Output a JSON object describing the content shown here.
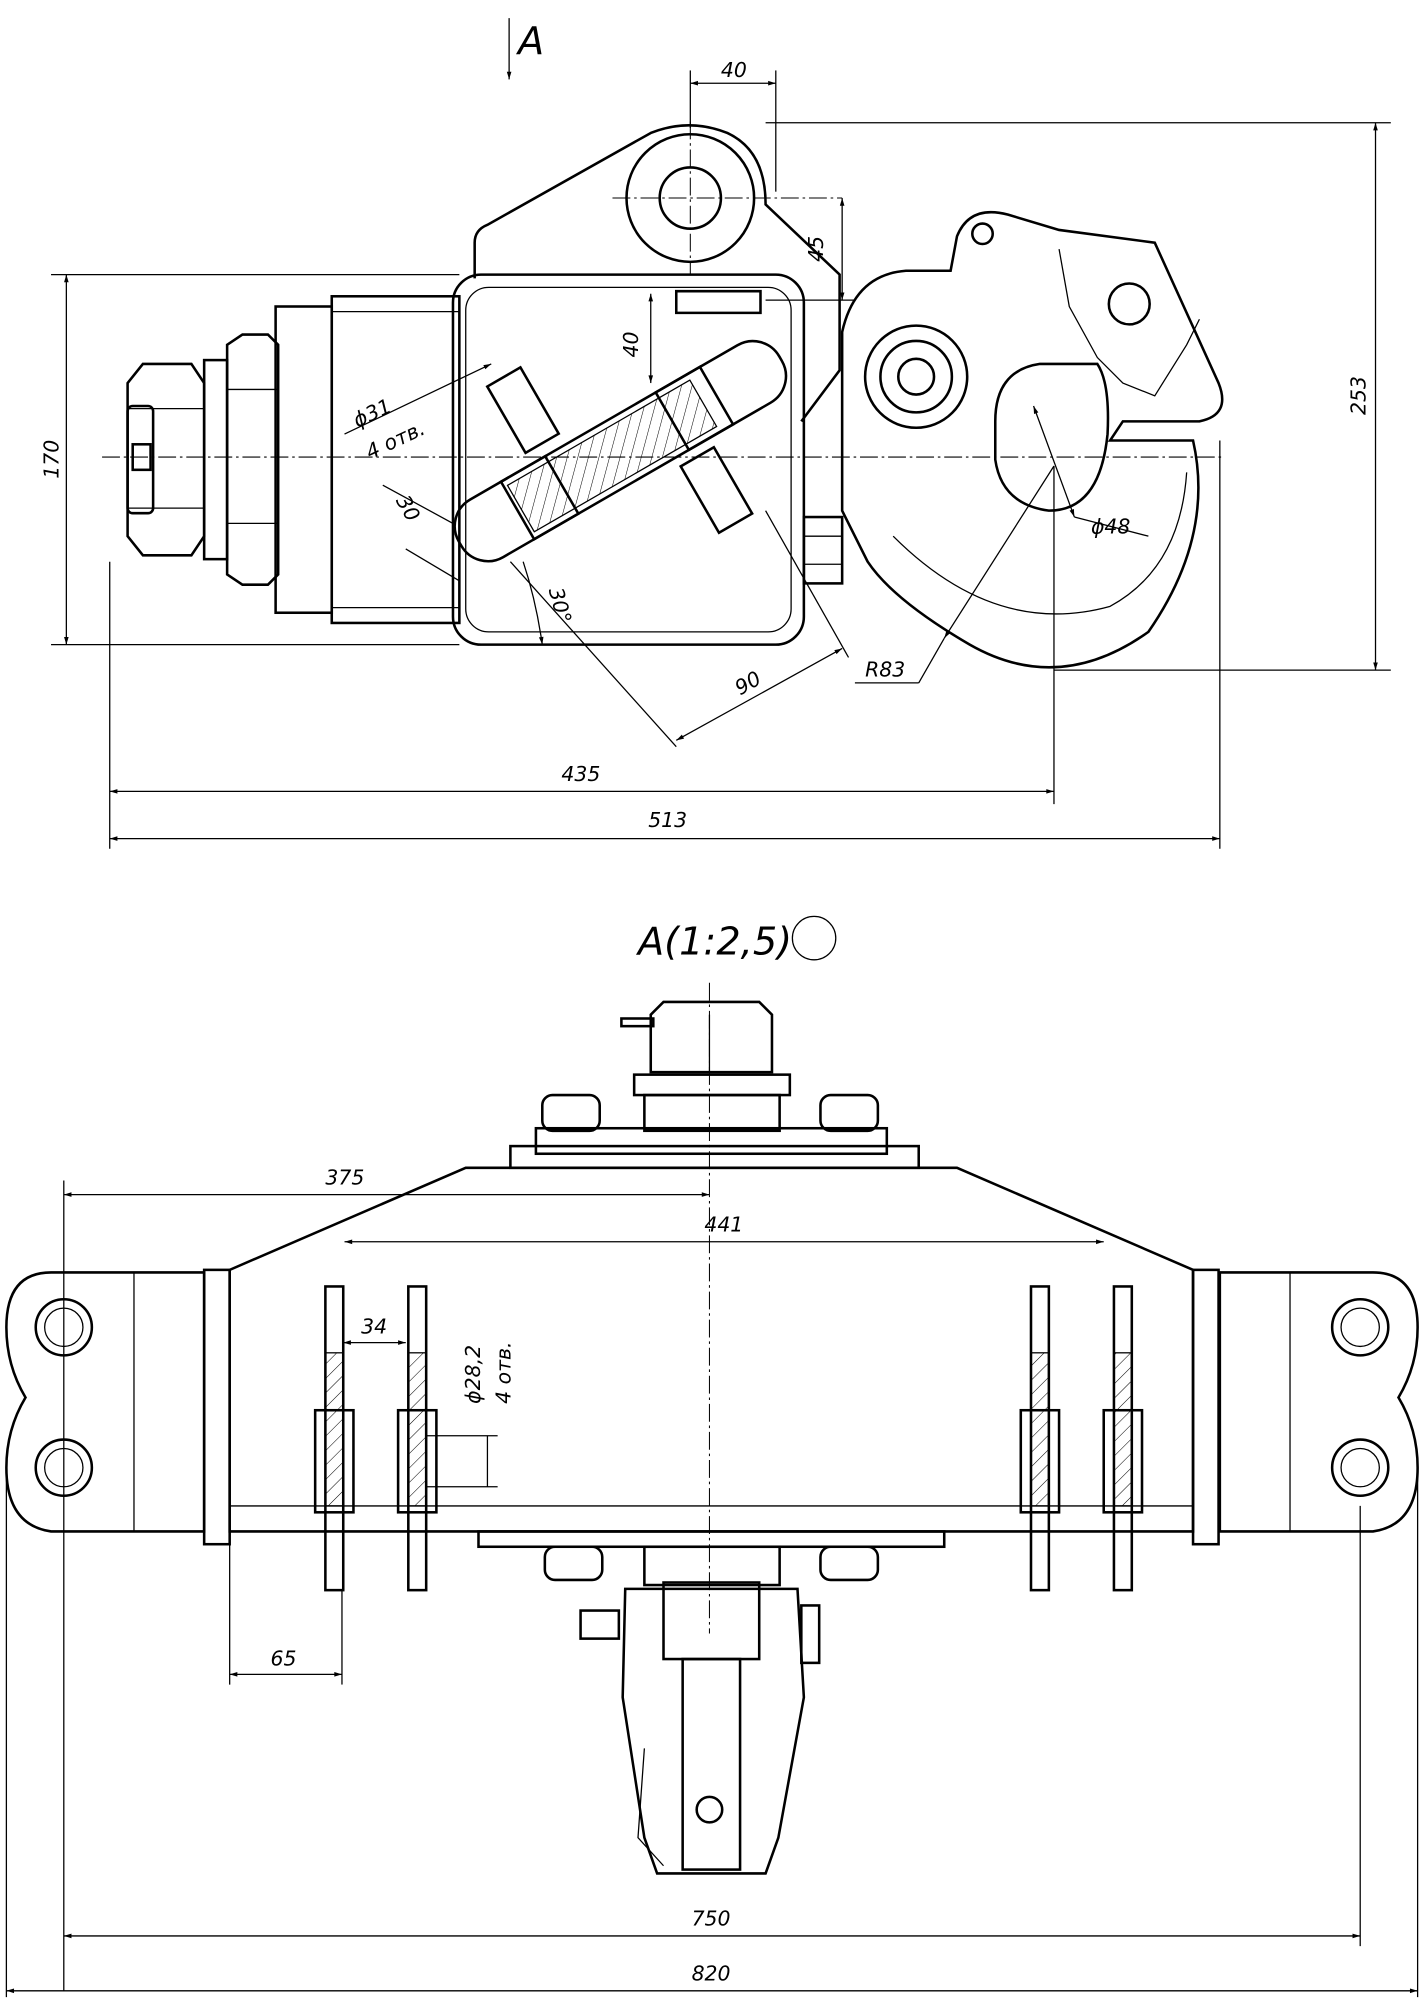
{
  "top_view": {
    "view_arrow_label": "A",
    "dims": {
      "d40_top": "40",
      "d45": "45",
      "d40_slot": "40",
      "hole_dia": "ϕ31",
      "hole_count": "4 отв.",
      "d30": "30",
      "angle": "30°",
      "d90": "90",
      "radius": "R83",
      "pin_dia": "ϕ48",
      "height_170": "170",
      "height_253": "253",
      "len_435": "435",
      "len_513": "513"
    }
  },
  "bottom_view": {
    "title": "A(1:2,5)",
    "dims": {
      "d375": "375",
      "d441": "441",
      "d34": "34",
      "hole_dia": "ϕ28,2",
      "hole_count": "4 отв.",
      "d65": "65",
      "d750": "750",
      "d820": "820"
    }
  }
}
